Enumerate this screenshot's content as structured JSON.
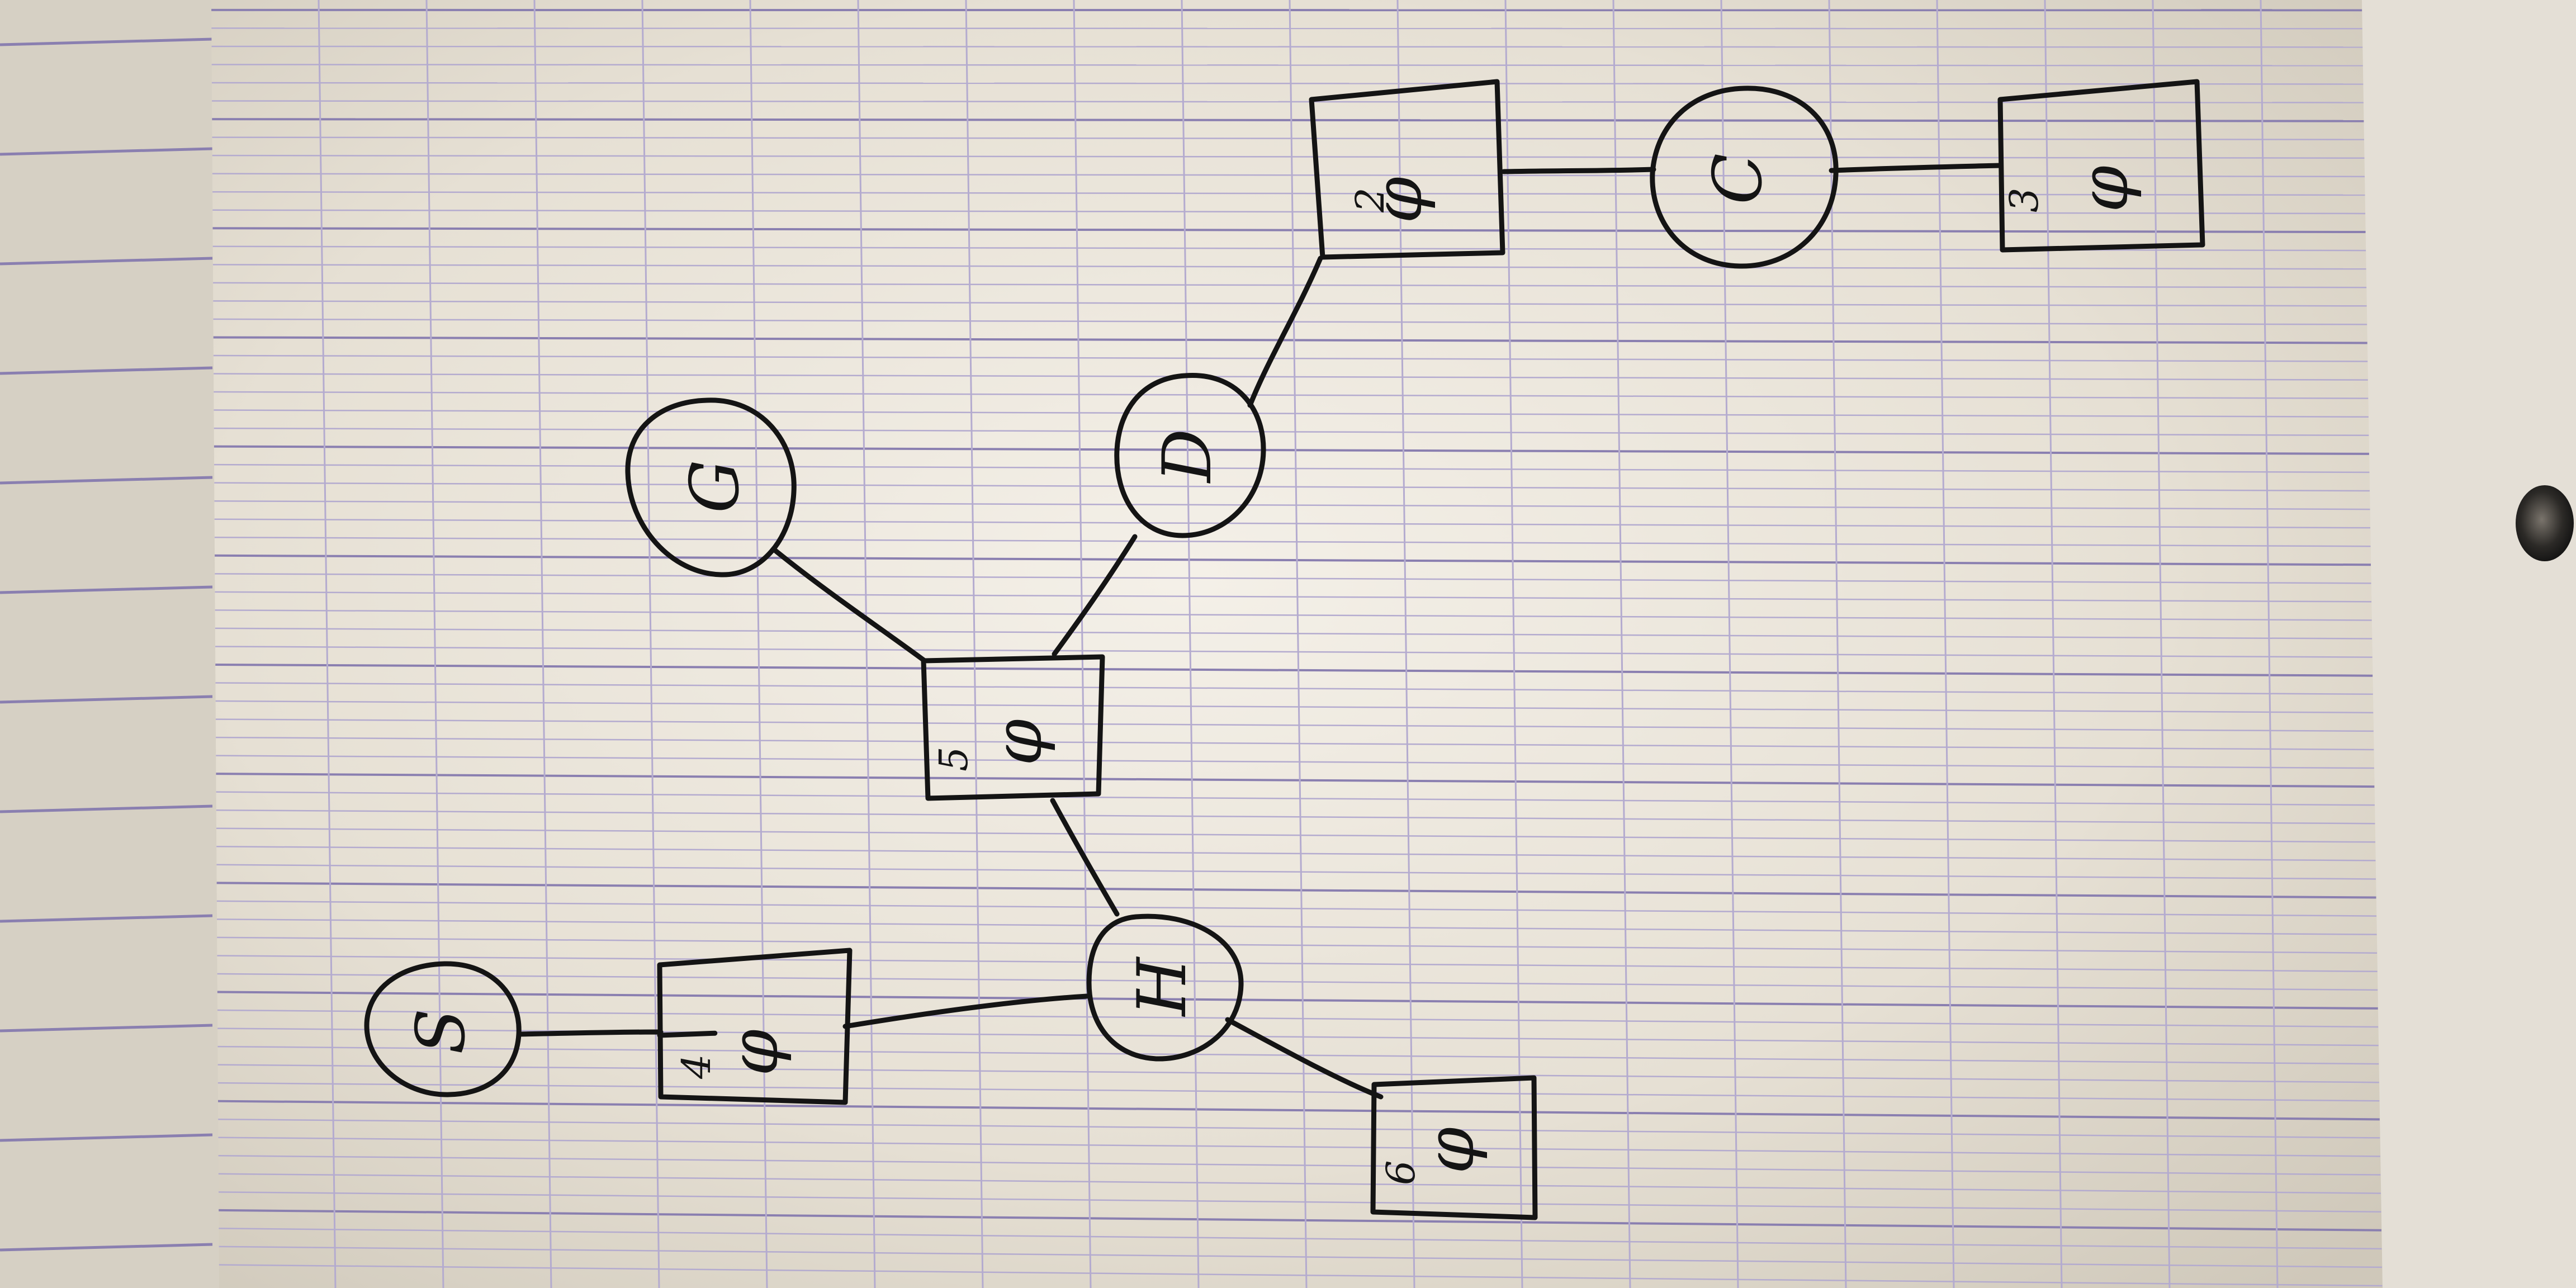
{
  "diagram": {
    "type": "factor-graph-sketch",
    "medium": "hand-drawn ink on grid paper",
    "variables": [
      {
        "id": "C",
        "label": "C"
      },
      {
        "id": "D",
        "label": "D"
      },
      {
        "id": "G",
        "label": "G"
      },
      {
        "id": "H",
        "label": "H"
      },
      {
        "id": "S",
        "label": "S"
      }
    ],
    "factors": [
      {
        "id": "phi2",
        "symbol": "φ",
        "subscript": "2"
      },
      {
        "id": "phi3",
        "symbol": "φ",
        "subscript": "3"
      },
      {
        "id": "phi5",
        "symbol": "φ",
        "subscript": "5"
      },
      {
        "id": "phi4",
        "symbol": "φ",
        "subscript": "4"
      },
      {
        "id": "phi6",
        "symbol": "φ",
        "subscript": "6"
      }
    ],
    "edges": [
      [
        "phi2",
        "C"
      ],
      [
        "C",
        "phi3"
      ],
      [
        "phi2",
        "D"
      ],
      [
        "D",
        "phi5"
      ],
      [
        "G",
        "phi5"
      ],
      [
        "phi5",
        "H"
      ],
      [
        "H",
        "phi4"
      ],
      [
        "phi4",
        "S"
      ],
      [
        "H",
        "phi6"
      ]
    ]
  },
  "colors": {
    "paper": "#ebe6dc",
    "grid_major": "#8a7fb0",
    "grid_minor": "#b4abcf",
    "ink": "#141414",
    "background": "#d8d2c6"
  }
}
